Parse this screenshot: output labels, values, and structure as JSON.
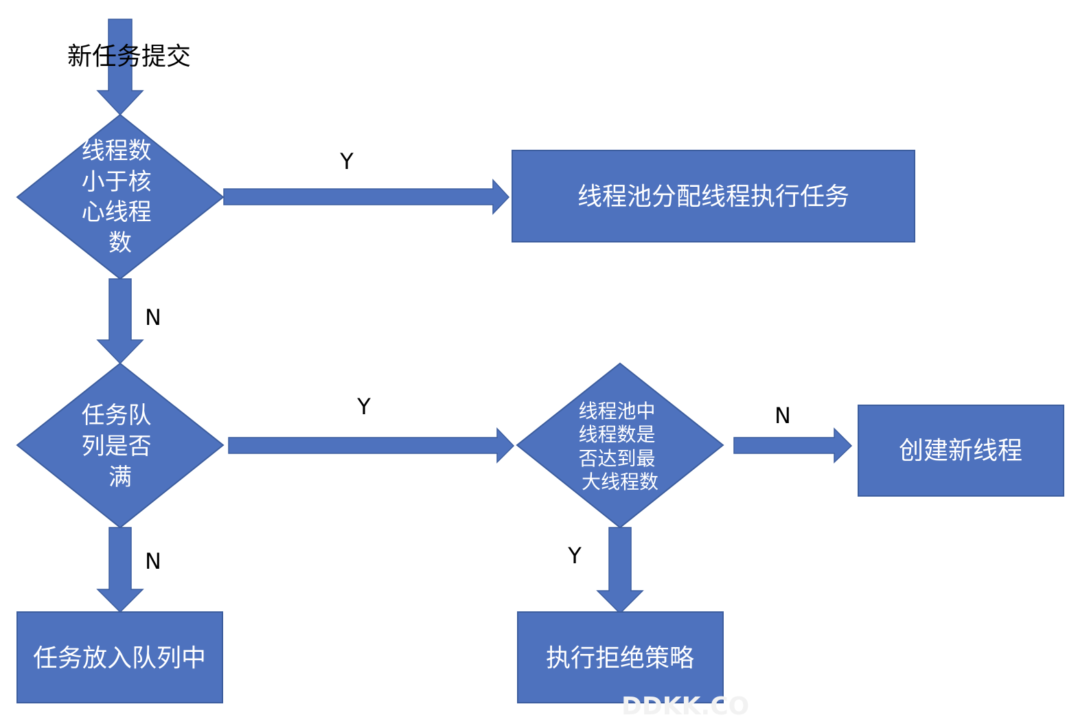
{
  "diagram": {
    "start_label": "新任务提交",
    "decision_core": {
      "lines": [
        "线程数",
        "小于核",
        "心线程",
        "数"
      ]
    },
    "process_allocate": "线程池分配线程执行任务",
    "decision_queue": {
      "lines": [
        "任务队",
        "列是否",
        "满"
      ]
    },
    "decision_max": {
      "lines": [
        "线程池中",
        "线程数是",
        "否达到最",
        "大线程数"
      ]
    },
    "process_new_thread": "创建新线程",
    "process_enqueue": "任务放入队列中",
    "process_reject": "执行拒绝策略",
    "edges": {
      "core_yes": "Y",
      "core_no": "N",
      "queue_yes": "Y",
      "queue_no": "N",
      "max_no": "N",
      "max_yes": "Y"
    },
    "watermark": "DDKK.CO"
  }
}
